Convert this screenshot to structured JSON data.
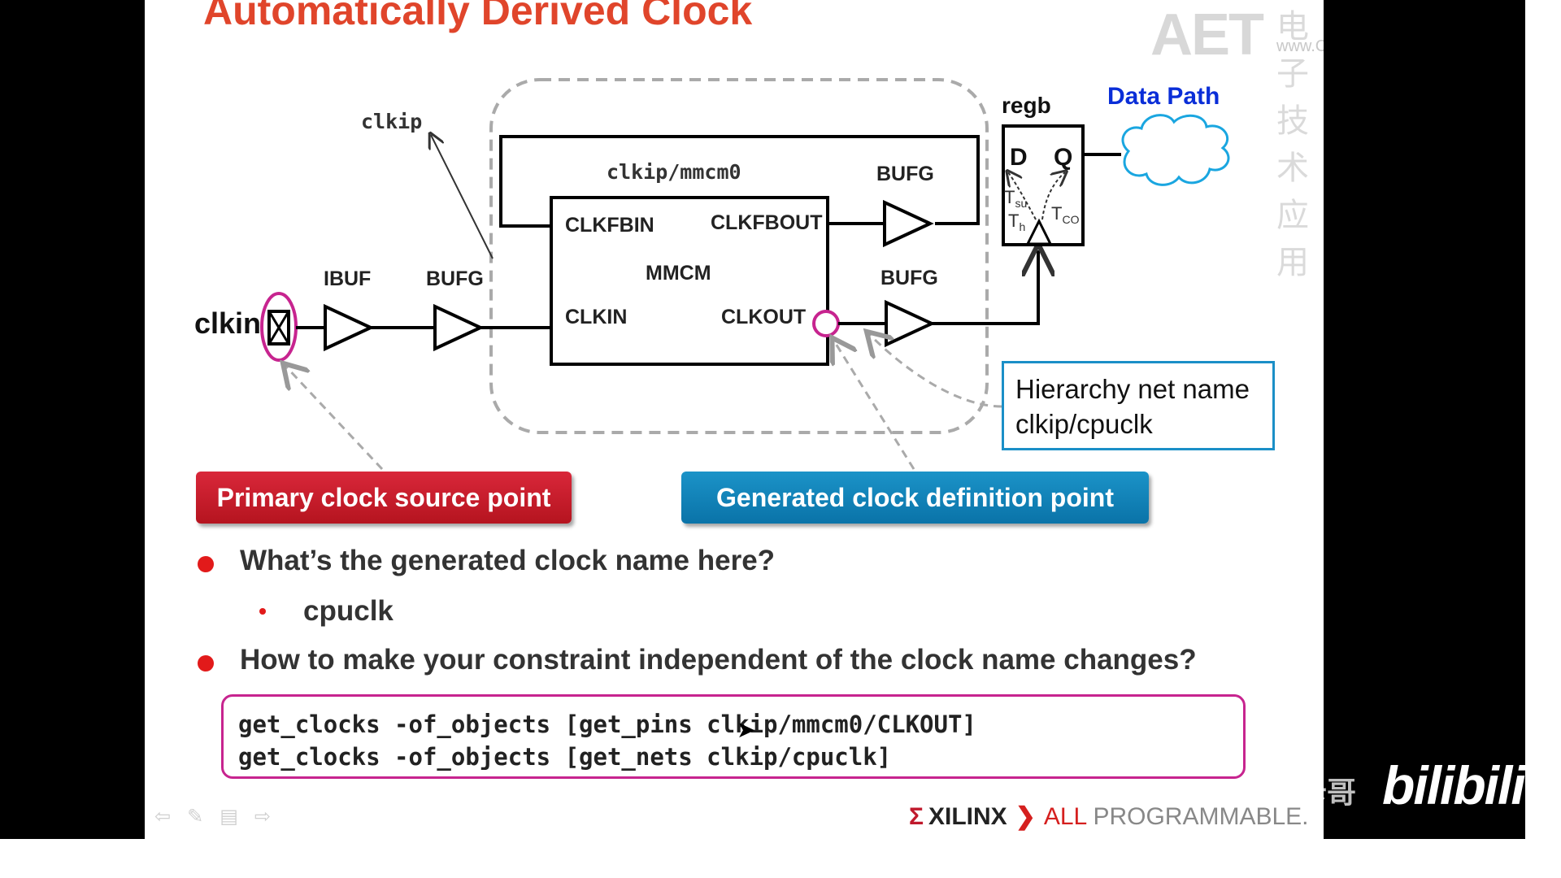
{
  "slide": {
    "title": "Automatically Derived Clock",
    "watermark": {
      "big": "AET",
      "small": "www.ChinaAET.com",
      "cn": "电子技术应用"
    }
  },
  "diagram": {
    "clkip_label": "clkip",
    "mmcm_instance": "clkip/mmcm0",
    "mmcm_label": "MMCM",
    "pins": {
      "clkfbin": "CLKFBIN",
      "clkfbout": "CLKFBOUT",
      "clkin": "CLKIN",
      "clkout": "CLKOUT"
    },
    "ibuf": "IBUF",
    "bufg_input": "BUFG",
    "bufg_feedback": "BUFG",
    "bufg_output": "BUFG",
    "clkin_port": "clkin",
    "reg_name": "regb",
    "reg_d": "D",
    "reg_q": "Q",
    "tsu": "T",
    "tsu_sub": "su",
    "th": "T",
    "th_sub": "h",
    "tco": "T",
    "tco_sub": "CO",
    "data_path": "Data Path"
  },
  "callouts": {
    "primary": "Primary clock source point",
    "generated": "Generated clock definition point"
  },
  "net_box": {
    "line1": "Hierarchy net name",
    "line2": "clkip/cpuclk"
  },
  "bullets": {
    "q1": "What’s the generated clock name here?",
    "a1": "cpuclk",
    "q2": "How to make your constraint independent of the clock name changes?"
  },
  "code": {
    "line1": "get_clocks -of_objects [get_pins clkip/mmcm0/CLKOUT]",
    "line2": "get_clocks -of_objects [get_nets clkip/cpuclk]"
  },
  "footer": {
    "xilinx_logo": "Σ",
    "xilinx_name": "XILINX",
    "chevron": "❯",
    "all": "ALL",
    "programmable": " PROGRAMMABLE."
  },
  "overlay": {
    "bilibili": "bilibili",
    "uploader": "哔卡哥"
  },
  "colors": {
    "title": "#e0452b",
    "magenta": "#c7248f",
    "blue_text": "#0a2ed8",
    "callout_red": "#c41a2c",
    "callout_blue": "#0f82b8"
  }
}
